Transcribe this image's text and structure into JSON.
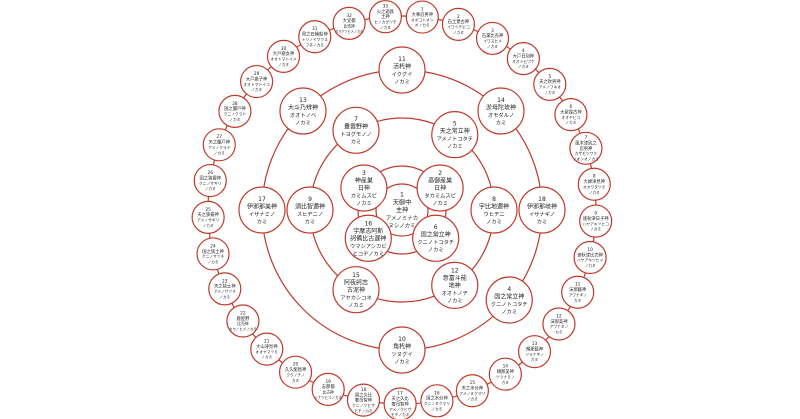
{
  "colors": {
    "ring": "#c0392b",
    "text": "#222222",
    "background": "#ffffff"
  },
  "center": {
    "num": "1",
    "lines": [
      "天御中",
      "主神",
      "アメノミナカ",
      "ヌシノカミ"
    ]
  },
  "ring1": [
    {
      "num": "2",
      "lines": [
        "高御産巣",
        "日神",
        "タカミムスビ",
        "ノカミ"
      ]
    },
    {
      "num": "6",
      "lines": [
        "国之常立神",
        "クニノトコタチ",
        "ノカミ"
      ]
    },
    {
      "num": "16",
      "lines": [
        "宇摩志阿斯",
        "訶備比古遅神",
        "ウマシアシカビ",
        "ヒコヂノカミ"
      ]
    },
    {
      "num": "3",
      "lines": [
        "神産巣",
        "日神",
        "カミムスビ",
        "ノカミ"
      ]
    }
  ],
  "ring2": [
    {
      "num": "5",
      "lines": [
        "天之常立神",
        "アメノトコタチ",
        "ノカミ"
      ]
    },
    {
      "num": "8",
      "lines": [
        "宇比地邇神",
        "ウヒヂニ",
        "ノカミ"
      ]
    },
    {
      "num": "12",
      "lines": [
        "意富斗能",
        "地神",
        "オオトノヂ",
        "ノカミ"
      ]
    },
    {
      "num": "15",
      "lines": [
        "阿夜訶志",
        "古泥神",
        "アヤカシコネ",
        "ノカミ"
      ]
    },
    {
      "num": "9",
      "lines": [
        "須比智邇神",
        "スヒヂニノ",
        "カミ"
      ]
    },
    {
      "num": "7",
      "lines": [
        "豊雲野神",
        "トヨグモノノ",
        "カミ"
      ]
    }
  ],
  "ring3": [
    {
      "num": "11",
      "lines": [
        "活杙神",
        "イクグイ",
        "ノカミ"
      ]
    },
    {
      "num": "14",
      "lines": [
        "淤母陀琉神",
        "オモダルノ",
        "カミ"
      ]
    },
    {
      "num": "18",
      "lines": [
        "伊邪那岐神",
        "イザナギノ",
        "カミ"
      ]
    },
    {
      "num": "4",
      "lines": [
        "国之常立神",
        "クニノトコタチ",
        "ノカミ"
      ]
    },
    {
      "num": "10",
      "lines": [
        "角杙神",
        "ツヌグイ",
        "ノカミ"
      ]
    },
    {
      "num": "17",
      "lines": [
        "伊邪那美神",
        "イザナミノ",
        "カミ"
      ]
    },
    {
      "num": "13",
      "lines": [
        "大斗乃辨神",
        "オオトノベ",
        "ノカミ"
      ]
    }
  ],
  "outer": [
    {
      "num": "1",
      "lines": [
        "大事忍男神",
        "オオコトオシ",
        "オノカミ"
      ]
    },
    {
      "num": "2",
      "lines": [
        "石土毘古神",
        "イワツチビコ",
        "ノカミ"
      ]
    },
    {
      "num": "3",
      "lines": [
        "石巣比売神",
        "イワスヒメ",
        "ノカミ"
      ]
    },
    {
      "num": "4",
      "lines": [
        "大戸日別神",
        "オオトヒワケ",
        "ノカミ"
      ]
    },
    {
      "num": "5",
      "lines": [
        "天之吹男神",
        "アメノフキオ",
        "ノカミ"
      ]
    },
    {
      "num": "6",
      "lines": [
        "大屋毘古神",
        "オオヤビコ",
        "ノカミ"
      ]
    },
    {
      "num": "7",
      "lines": [
        "風木津別之",
        "忍男神",
        "カザモツワケ",
        "ノオシオノカミ"
      ]
    },
    {
      "num": "8",
      "lines": [
        "大綿津見神",
        "オオワタツミ",
        "ノカミ"
      ]
    },
    {
      "num": "9",
      "lines": [
        "速秋津日子神",
        "ハヤアキツヒコ",
        "ノカミ"
      ]
    },
    {
      "num": "10",
      "lines": [
        "速秋津比売神",
        "ハヤアキツヒメ",
        "ノカミ"
      ]
    },
    {
      "num": "11",
      "lines": [
        "沫那藝神",
        "アワナギノ",
        "カミ"
      ]
    },
    {
      "num": "12",
      "lines": [
        "沫那美神",
        "アワナミノ",
        "カミ"
      ]
    },
    {
      "num": "13",
      "lines": [
        "頬那藝神",
        "ツラナギノ",
        "カミ"
      ]
    },
    {
      "num": "14",
      "lines": [
        "頬那美神",
        "ツラナミノ",
        "カミ"
      ]
    },
    {
      "num": "15",
      "lines": [
        "天之水分神",
        "アメノミクマリ",
        "ノカミ"
      ]
    },
    {
      "num": "16",
      "lines": [
        "国之水分神",
        "クニノミクマリ",
        "ノカミ"
      ]
    },
    {
      "num": "17",
      "lines": [
        "天之久比",
        "奢母智神",
        "アメノクヒザ",
        "モチノカミ"
      ]
    },
    {
      "num": "18",
      "lines": [
        "国之久比",
        "奢母智神",
        "クニノクヒザ",
        "モチノカミ"
      ]
    },
    {
      "num": "19",
      "lines": [
        "志那都",
        "比古神",
        "シナツヒコノカミ"
      ]
    },
    {
      "num": "20",
      "lines": [
        "久久能智神",
        "ククノチノ",
        "カミ"
      ]
    },
    {
      "num": "21",
      "lines": [
        "大山津見神",
        "オオヤマツミ",
        "ノカミ"
      ]
    },
    {
      "num": "22",
      "lines": [
        "鹿屋野",
        "比売神",
        "カヤノヒメノカミ"
      ]
    },
    {
      "num": "23",
      "lines": [
        "天之狭土神",
        "アメノサヅチ",
        "ノカミ"
      ]
    },
    {
      "num": "24",
      "lines": [
        "国之狭土神",
        "クニノサヅチ",
        "ノカミ"
      ]
    },
    {
      "num": "25",
      "lines": [
        "天之狭霧神",
        "アメノサギリ",
        "ノカミ"
      ]
    },
    {
      "num": "26",
      "lines": [
        "国之狭霧神",
        "クニノサギリ",
        "ノカミ"
      ]
    },
    {
      "num": "27",
      "lines": [
        "天之闇戸神",
        "アメノクラド",
        "ノカミ"
      ]
    },
    {
      "num": "28",
      "lines": [
        "国之闇戸神",
        "クニノクラド",
        "ノカミ"
      ]
    },
    {
      "num": "29",
      "lines": [
        "大戸惑子神",
        "オオトマトイコ",
        "ノカミ"
      ]
    },
    {
      "num": "30",
      "lines": [
        "大戸惑女神",
        "オオトマトイメ",
        "ノカミ"
      ]
    },
    {
      "num": "31",
      "lines": [
        "鳥之石楠船神",
        "トリノイワクス",
        "フネノカミ"
      ]
    },
    {
      "num": "32",
      "lines": [
        "大宜都",
        "比売神",
        "オオゲツヒメノカミ"
      ]
    },
    {
      "num": "33",
      "lines": [
        "火之迦具",
        "土神",
        "ヒノカグツチ",
        "ノカミ"
      ]
    }
  ]
}
